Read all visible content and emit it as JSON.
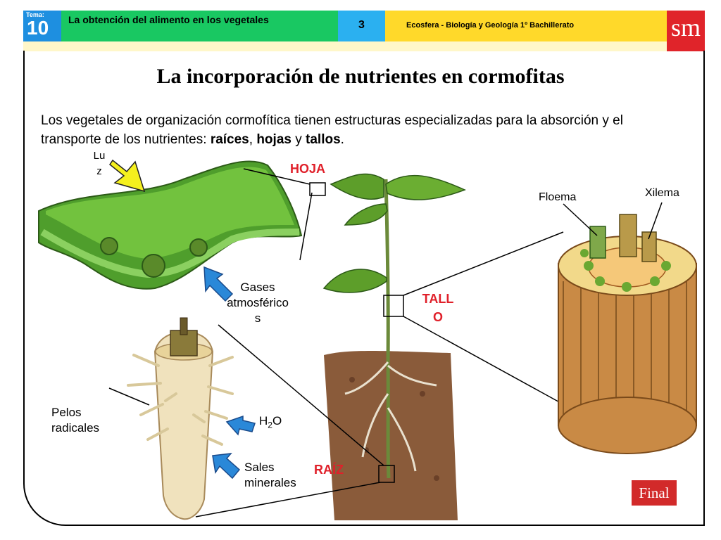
{
  "header": {
    "tema_label": "Tema:",
    "tema_number": "10",
    "topic": "La obtención del alimento en los vegetales",
    "slide_number": "3",
    "book": "Ecosfera - Biología y Geología 1º Bachillerato",
    "logo": "sm"
  },
  "title": "La incorporación de nutrientes en cormofitas",
  "intro": {
    "text_before": "Los vegetales de organización cormofítica tienen estructuras especializadas para la absorción y el transporte de los nutrientes: ",
    "b1": "raíces",
    "sep1": ", ",
    "b2": "hojas",
    "sep2": " y ",
    "b3": "tallos",
    "end": "."
  },
  "labels": {
    "luz_1": "Lu",
    "luz_2": "z",
    "hoja": "HOJA",
    "gases_1": "Gases",
    "gases_2": "atmosférico",
    "gases_3": "s",
    "tallo_1": "TALL",
    "tallo_2": "O",
    "raiz": "RAÍZ",
    "floema": "Floema",
    "xilema": "Xilema",
    "pelos_1": "Pelos",
    "pelos_2": "radicales",
    "h2o_h": "H",
    "h2o_sub": "2",
    "h2o_o": "O",
    "sales_1": "Sales",
    "sales_2": "minerales"
  },
  "buttons": {
    "final": "Final"
  },
  "colors": {
    "tema_blue": "#1e8fe0",
    "topic_green": "#19c862",
    "book_yellow": "#ffd92a",
    "logo_red": "#e0242a",
    "label_red": "#e0202a",
    "arrow_yellow": "#f5f01e",
    "arrow_blue": "#2a88d8"
  }
}
